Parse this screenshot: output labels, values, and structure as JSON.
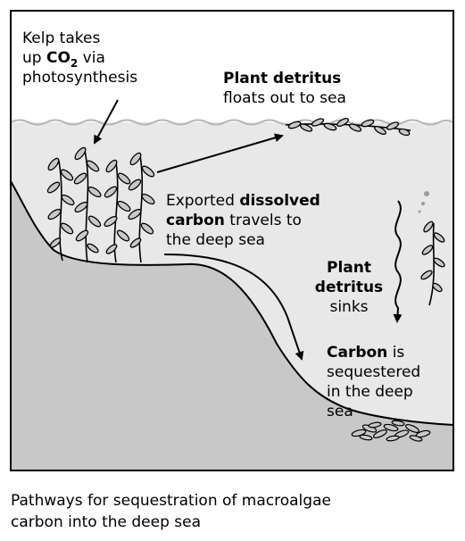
{
  "labels": {
    "kelp": {
      "line1": "Kelp takes",
      "line2_prefix": "up ",
      "co2_main": "CO",
      "co2_sub": "2",
      "line2_suffix": " via",
      "line3": "photosynthesis"
    },
    "floats": {
      "bold": "Plant detritus",
      "line2": "floats out to sea"
    },
    "dissolved": {
      "line1_prefix": "Exported ",
      "line1_bold": "dissolved",
      "line2_bold": "carbon",
      "line2_suffix": " travels to",
      "line3": "the deep sea"
    },
    "sinks": {
      "line1": "Plant",
      "line2": "detritus",
      "line3": "sinks"
    },
    "sequestered": {
      "line1_bold": "Carbon",
      "line1_suffix": " is",
      "line2": "sequestered",
      "line3": "in the deep",
      "line4": "sea"
    }
  },
  "caption": {
    "line1": "Pathways for sequestration of macroalgae",
    "line2": "carbon into the deep sea"
  },
  "colors": {
    "water": "#e8e8e8",
    "seafloor": "#c8c8c8",
    "outline": "#000000",
    "surface_line": "#b4b4b4",
    "kelp_fill": "#c8c8c8"
  }
}
